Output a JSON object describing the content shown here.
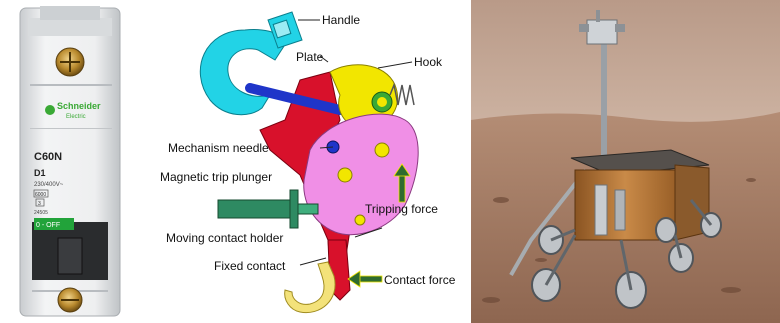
{
  "breaker": {
    "brand": "Schneider Electric",
    "brand_line1": "Schneider",
    "brand_line2": "Electric",
    "model": "C60N",
    "rating": "D1",
    "voltage": "230/400V~",
    "small1": "6000",
    "small2": "3",
    "code": "24505",
    "switch_label": "0 - OFF"
  },
  "mechanism": {
    "labels": {
      "handle": "Handle",
      "plate": "Plate",
      "hook": "Hook",
      "needle": "Mechanism needle",
      "plunger": "Magnetic trip plunger",
      "tripping": "Tripping force",
      "holder": "Moving contact holder",
      "fixed": "Fixed contact",
      "contact_force": "Contact force"
    },
    "colors": {
      "handle": "#22d3e6",
      "plate": "#d8112b",
      "hook": "#f2e600",
      "holder": "#f08fe6",
      "plunger": "#2e8a62",
      "needle": "#1f35c9",
      "fixed": "#f3e27a",
      "arrow": "#2f6b2f"
    }
  },
  "rover": {
    "colors": {
      "sky": "#c5aa98",
      "ground": "#a27a62",
      "body": "#b77a3c"
    }
  }
}
